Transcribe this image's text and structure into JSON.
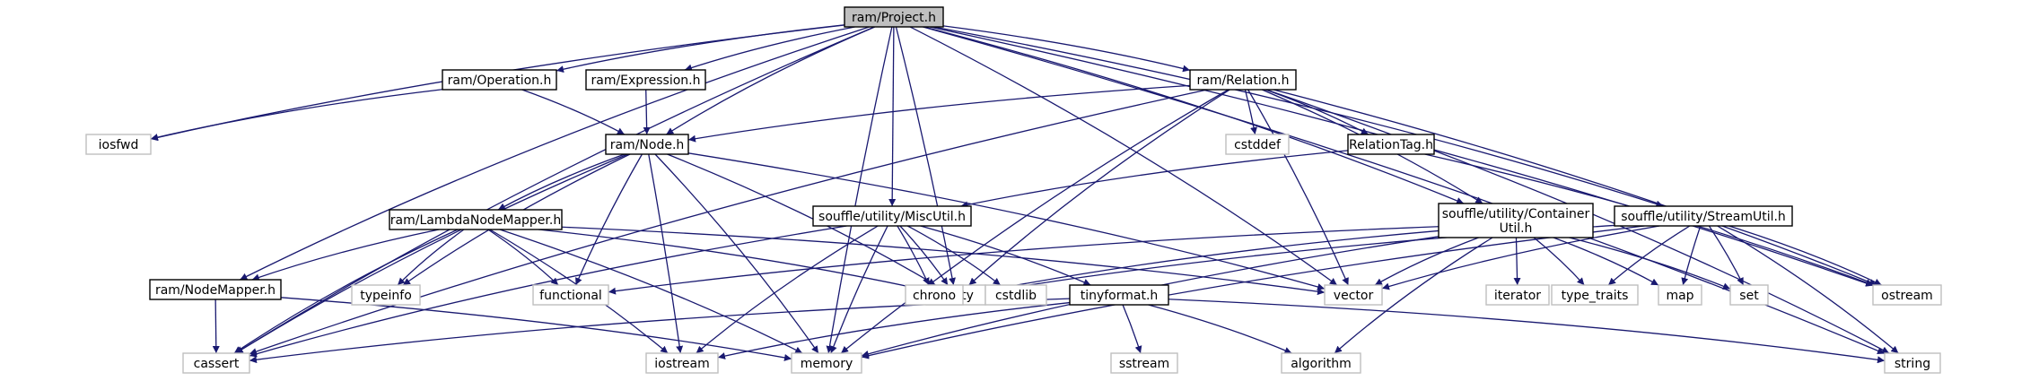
{
  "colors": {
    "edge": "#191970",
    "node_border": "#000000",
    "node_fill": "#ffffff",
    "external_border": "#bfbfbf",
    "root_fill": "#bfbfbf",
    "text": "#000000"
  },
  "nodes": [
    {
      "id": "root",
      "lines": [
        "ram/Project.h"
      ],
      "kind": "root"
    },
    {
      "id": "operation",
      "lines": [
        "ram/Operation.h"
      ],
      "kind": "local"
    },
    {
      "id": "expression",
      "lines": [
        "ram/Expression.h"
      ],
      "kind": "local"
    },
    {
      "id": "relation",
      "lines": [
        "ram/Relation.h"
      ],
      "kind": "local"
    },
    {
      "id": "iosfwd",
      "lines": [
        "iosfwd"
      ],
      "kind": "external"
    },
    {
      "id": "node",
      "lines": [
        "ram/Node.h"
      ],
      "kind": "local"
    },
    {
      "id": "cstddef",
      "lines": [
        "cstddef"
      ],
      "kind": "external"
    },
    {
      "id": "relationtag",
      "lines": [
        "RelationTag.h"
      ],
      "kind": "local"
    },
    {
      "id": "miscutil",
      "lines": [
        "souffle/utility/MiscUtil.h"
      ],
      "kind": "local"
    },
    {
      "id": "containerutil",
      "lines": [
        "souffle/utility/Container",
        "Util.h"
      ],
      "kind": "local"
    },
    {
      "id": "streamutil",
      "lines": [
        "souffle/utility/StreamUtil.h"
      ],
      "kind": "local"
    },
    {
      "id": "lambdamapper",
      "lines": [
        "ram/LambdaNodeMapper.h"
      ],
      "kind": "local"
    },
    {
      "id": "nodemapper",
      "lines": [
        "ram/NodeMapper.h"
      ],
      "kind": "local"
    },
    {
      "id": "typeinfo",
      "lines": [
        "typeinfo"
      ],
      "kind": "external"
    },
    {
      "id": "functional",
      "lines": [
        "functional"
      ],
      "kind": "external"
    },
    {
      "id": "utility",
      "lines": [
        "utility"
      ],
      "kind": "external"
    },
    {
      "id": "vector",
      "lines": [
        "vector"
      ],
      "kind": "external"
    },
    {
      "id": "chrono",
      "lines": [
        "chrono"
      ],
      "kind": "external"
    },
    {
      "id": "cstdlib",
      "lines": [
        "cstdlib"
      ],
      "kind": "external"
    },
    {
      "id": "tinyformat",
      "lines": [
        "tinyformat.h"
      ],
      "kind": "local"
    },
    {
      "id": "iterator",
      "lines": [
        "iterator"
      ],
      "kind": "external"
    },
    {
      "id": "type_traits",
      "lines": [
        "type_traits"
      ],
      "kind": "external"
    },
    {
      "id": "map",
      "lines": [
        "map"
      ],
      "kind": "external"
    },
    {
      "id": "set",
      "lines": [
        "set"
      ],
      "kind": "external"
    },
    {
      "id": "ostream",
      "lines": [
        "ostream"
      ],
      "kind": "external"
    },
    {
      "id": "cassert",
      "lines": [
        "cassert"
      ],
      "kind": "external"
    },
    {
      "id": "iostream",
      "lines": [
        "iostream"
      ],
      "kind": "external"
    },
    {
      "id": "memory",
      "lines": [
        "memory"
      ],
      "kind": "external"
    },
    {
      "id": "sstream",
      "lines": [
        "sstream"
      ],
      "kind": "external"
    },
    {
      "id": "algorithm",
      "lines": [
        "algorithm"
      ],
      "kind": "external"
    },
    {
      "id": "string",
      "lines": [
        "string"
      ],
      "kind": "external"
    }
  ],
  "edges": [
    [
      "root",
      "operation"
    ],
    [
      "root",
      "expression"
    ],
    [
      "root",
      "relation"
    ],
    [
      "root",
      "iosfwd"
    ],
    [
      "root",
      "node"
    ],
    [
      "root",
      "nodemapper"
    ],
    [
      "root",
      "miscutil"
    ],
    [
      "root",
      "containerutil"
    ],
    [
      "root",
      "streamutil"
    ],
    [
      "root",
      "utility"
    ],
    [
      "root",
      "vector"
    ],
    [
      "root",
      "cassert"
    ],
    [
      "root",
      "memory"
    ],
    [
      "root",
      "ostream"
    ],
    [
      "root",
      "string"
    ],
    [
      "operation",
      "iosfwd"
    ],
    [
      "operation",
      "node"
    ],
    [
      "expression",
      "node"
    ],
    [
      "relation",
      "node"
    ],
    [
      "relation",
      "cstddef"
    ],
    [
      "relation",
      "relationtag"
    ],
    [
      "relation",
      "containerutil"
    ],
    [
      "relation",
      "utility"
    ],
    [
      "relation",
      "vector"
    ],
    [
      "relation",
      "cassert"
    ],
    [
      "relation",
      "memory"
    ],
    [
      "relation",
      "ostream"
    ],
    [
      "relation",
      "string"
    ],
    [
      "node",
      "lambdamapper"
    ],
    [
      "node",
      "typeinfo"
    ],
    [
      "node",
      "functional"
    ],
    [
      "node",
      "utility"
    ],
    [
      "node",
      "vector"
    ],
    [
      "node",
      "cassert"
    ],
    [
      "node",
      "iostream"
    ],
    [
      "node",
      "memory"
    ],
    [
      "relationtag",
      "miscutil"
    ],
    [
      "relationtag",
      "ostream"
    ],
    [
      "miscutil",
      "tinyformat"
    ],
    [
      "miscutil",
      "chrono"
    ],
    [
      "miscutil",
      "cstdlib"
    ],
    [
      "miscutil",
      "utility"
    ],
    [
      "miscutil",
      "cassert"
    ],
    [
      "miscutil",
      "iostream"
    ],
    [
      "miscutil",
      "memory"
    ],
    [
      "containerutil",
      "functional"
    ],
    [
      "containerutil",
      "iterator"
    ],
    [
      "containerutil",
      "type_traits"
    ],
    [
      "containerutil",
      "map"
    ],
    [
      "containerutil",
      "set"
    ],
    [
      "containerutil",
      "utility"
    ],
    [
      "containerutil",
      "vector"
    ],
    [
      "containerutil",
      "memory"
    ],
    [
      "containerutil",
      "algorithm"
    ],
    [
      "streamutil",
      "type_traits"
    ],
    [
      "streamutil",
      "map"
    ],
    [
      "streamutil",
      "set"
    ],
    [
      "streamutil",
      "ostream"
    ],
    [
      "streamutil",
      "utility"
    ],
    [
      "streamutil",
      "vector"
    ],
    [
      "streamutil",
      "memory"
    ],
    [
      "streamutil",
      "string"
    ],
    [
      "lambdamapper",
      "nodemapper"
    ],
    [
      "lambdamapper",
      "typeinfo"
    ],
    [
      "lambdamapper",
      "functional"
    ],
    [
      "lambdamapper",
      "utility"
    ],
    [
      "lambdamapper",
      "vector"
    ],
    [
      "lambdamapper",
      "cassert"
    ],
    [
      "lambdamapper",
      "iostream"
    ],
    [
      "lambdamapper",
      "memory"
    ],
    [
      "nodemapper",
      "cassert"
    ],
    [
      "nodemapper",
      "memory"
    ],
    [
      "tinyformat",
      "cassert"
    ],
    [
      "tinyformat",
      "iostream"
    ],
    [
      "tinyformat",
      "sstream"
    ],
    [
      "tinyformat",
      "algorithm"
    ],
    [
      "tinyformat",
      "string"
    ]
  ]
}
